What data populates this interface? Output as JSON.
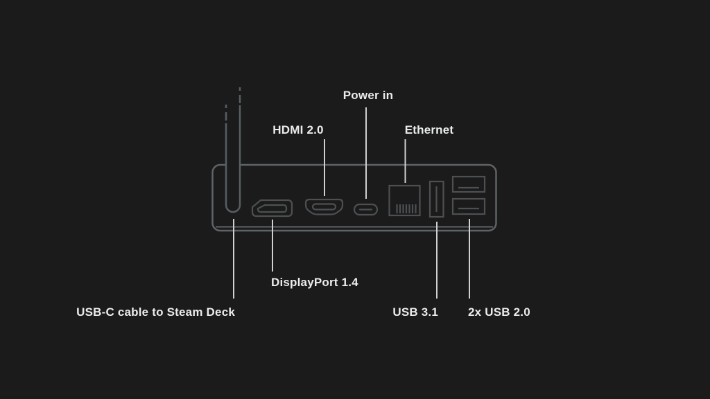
{
  "colors": {
    "background": "#1b1b1c",
    "device_outline": "#5d6367",
    "port_outline": "#4c5052",
    "cable_outline": "#585e62",
    "leader_line": "#cfd0d0",
    "label_text": "#ebecec"
  },
  "labels": {
    "power_in": "Power in",
    "hdmi": "HDMI 2.0",
    "ethernet": "Ethernet",
    "displayport": "DisplayPort 1.4",
    "usbc_cable": "USB-C cable to Steam Deck",
    "usb31": "USB 3.1",
    "usb20": "2x USB 2.0"
  },
  "icons": {
    "cable": "usb-c-cable-icon",
    "displayport": "displayport-port-icon",
    "hdmi": "hdmi-port-icon",
    "usbc": "usb-c-port-icon",
    "ethernet": "ethernet-port-icon",
    "usb31": "usb-a-3-1-port-icon",
    "usb20": "usb-a-2-0-ports-icon"
  }
}
